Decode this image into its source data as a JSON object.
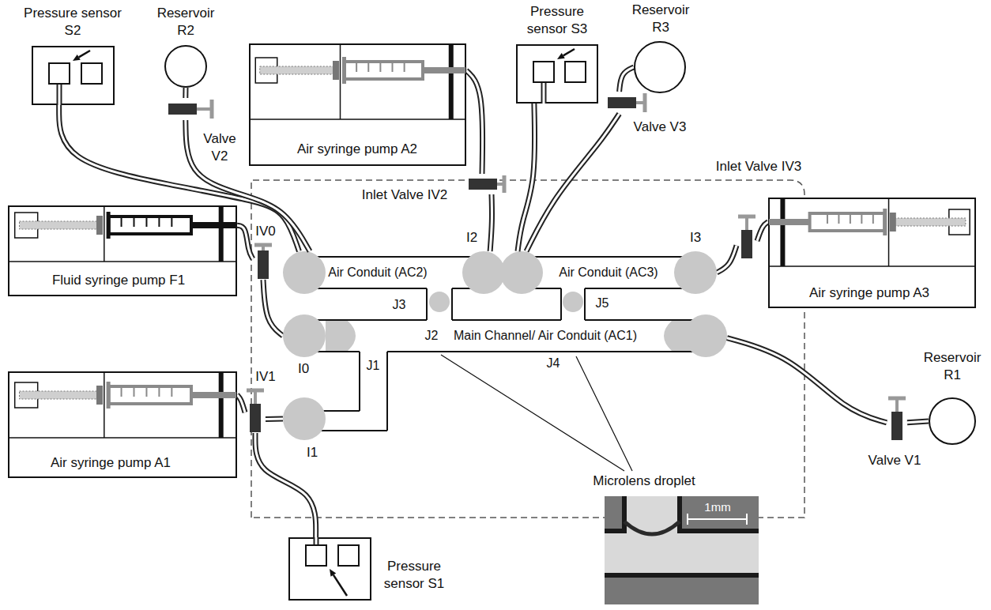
{
  "diagram": {
    "nodes": [
      {
        "text": [
          "Pressure sensor S2"
        ]
      },
      {
        "text": [
          "Reservoir R2"
        ]
      },
      {
        "text": [
          "Air syringe pump A2"
        ]
      },
      {
        "text": [
          "Pressure sensor S3"
        ]
      },
      {
        "text": [
          "Reservoir R3"
        ]
      },
      {
        "text": [
          "Valve V2"
        ]
      },
      {
        "text": [
          "Valve V3"
        ]
      },
      {
        "text": [
          "Inlet Valve IV3"
        ]
      },
      {
        "text": [
          "Inlet Valve IV2"
        ]
      },
      {
        "text": [
          "Air syringe pump A3"
        ]
      },
      {
        "text": [
          "IV0"
        ]
      },
      {
        "text": [
          "I2"
        ]
      },
      {
        "text": [
          "I3"
        ]
      },
      {
        "text": [
          "Air Conduit (AC2)"
        ]
      },
      {
        "text": [
          "Air Conduit (AC3)"
        ]
      },
      {
        "text": [
          "Fluid syringe pump F1"
        ]
      },
      {
        "text": [
          "I0"
        ]
      },
      {
        "text": [
          "Main Channel/ Air Conduit (AC1)"
        ]
      },
      {
        "text": [
          "Reservoir R1"
        ]
      },
      {
        "text": [
          "Valve V1"
        ]
      },
      {
        "text": [
          "IV1"
        ]
      },
      {
        "text": [
          "I1"
        ]
      },
      {
        "text": [
          "Air syringe pump A1"
        ]
      },
      {
        "text": [
          "Pressure sensor S1"
        ]
      }
    ],
    "edges": [
      {
        "from": 0,
        "to": 13,
        "arrow": "none"
      },
      {
        "from": 1,
        "to": 5,
        "arrow": "none"
      },
      {
        "from": 5,
        "to": 13,
        "arrow": "none"
      },
      {
        "from": 2,
        "to": 8,
        "arrow": "none"
      },
      {
        "from": 8,
        "to": 11,
        "arrow": "none"
      },
      {
        "from": 3,
        "to": 14,
        "arrow": "none"
      },
      {
        "from": 4,
        "to": 6,
        "arrow": "none"
      },
      {
        "from": 6,
        "to": 14,
        "arrow": "none"
      },
      {
        "from": 12,
        "to": 7,
        "arrow": "none"
      },
      {
        "from": 7,
        "to": 9,
        "arrow": "none"
      },
      {
        "from": 15,
        "to": 10,
        "arrow": "none"
      },
      {
        "from": 10,
        "to": 16,
        "arrow": "none"
      },
      {
        "from": 18,
        "to": 19,
        "arrow": "none"
      },
      {
        "from": 19,
        "to": 17,
        "arrow": "none"
      },
      {
        "from": 22,
        "to": 20,
        "arrow": "none"
      },
      {
        "from": 20,
        "to": 21,
        "arrow": "none"
      },
      {
        "from": 23,
        "to": 20,
        "arrow": "none"
      }
    ],
    "labels": [
      "J3",
      "J2",
      "J5",
      "J4",
      "J1",
      "Microlens droplet",
      "1mm"
    ]
  }
}
